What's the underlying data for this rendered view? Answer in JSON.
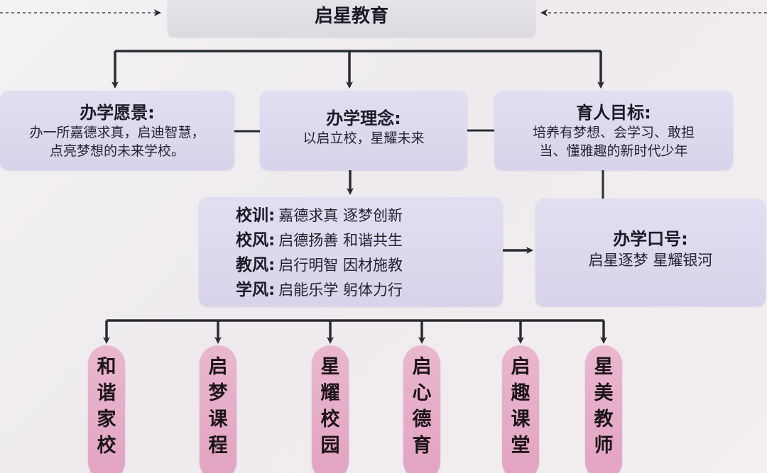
{
  "top": {
    "title": "启星教育"
  },
  "vision": {
    "title": "办学愿景:",
    "lines": [
      "办一所嘉德求真，启迪智慧，",
      "点亮梦想的未来学校。"
    ]
  },
  "philosophy": {
    "title": "办学理念:",
    "lines": [
      "以启立校，星耀未来"
    ]
  },
  "goal": {
    "title": "育人目标:",
    "lines": [
      "培养有梦想、会学习、敢担",
      "当、懂雅趣的新时代少年"
    ]
  },
  "motto": {
    "rows": [
      {
        "label": "校训:",
        "text": "嘉德求真 逐梦创新"
      },
      {
        "label": "校风:",
        "text": "启德扬善  和谐共生"
      },
      {
        "label": "教风:",
        "text": "启行明智  因材施教"
      },
      {
        "label": "学风:",
        "text": "启能乐学 躬体力行"
      }
    ]
  },
  "slogan": {
    "title": "办学口号:",
    "lines": [
      "启星逐梦 星耀银河"
    ]
  },
  "pillars": [
    {
      "chars": [
        "和",
        "谐",
        "家",
        "校"
      ]
    },
    {
      "chars": [
        "启",
        "梦",
        "课",
        "程"
      ]
    },
    {
      "chars": [
        "星",
        "耀",
        "校",
        "园"
      ]
    },
    {
      "chars": [
        "启",
        "心",
        "德",
        "育"
      ]
    },
    {
      "chars": [
        "启",
        "趣",
        "课",
        "堂"
      ]
    },
    {
      "chars": [
        "星",
        "美",
        "教",
        "师"
      ]
    }
  ],
  "colors": {
    "node_fill": "#dcd7ee",
    "pill_fill": "#e6aac6",
    "connector": "#2b2b33"
  }
}
